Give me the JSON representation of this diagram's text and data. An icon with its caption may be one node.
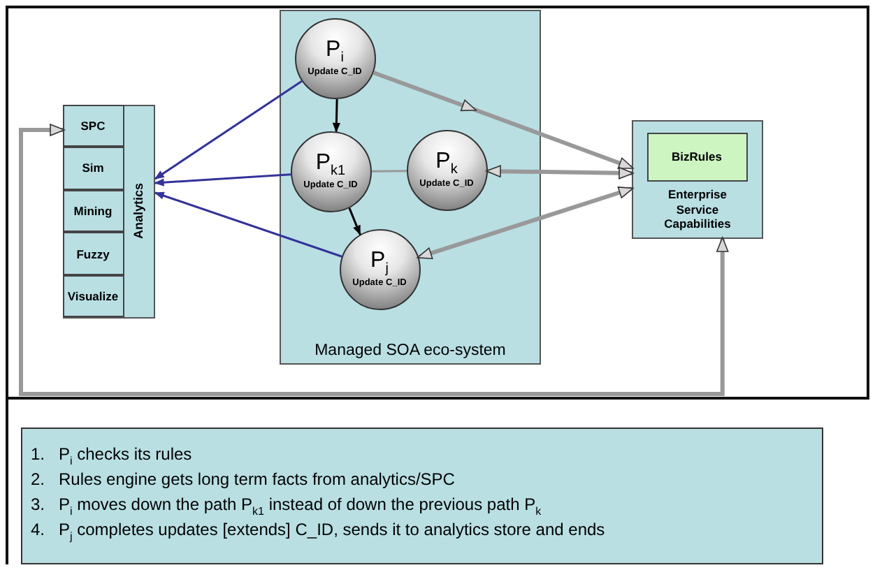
{
  "diagram": {
    "nodes": [
      {
        "text": [
          "Analytics"
        ]
      },
      {
        "text": [
          "SPC"
        ],
        "in": 0
      },
      {
        "text": [
          "Sim"
        ],
        "in": 0
      },
      {
        "text": [
          "Mining"
        ],
        "in": 0
      },
      {
        "text": [
          "Fuzzy"
        ],
        "in": 0
      },
      {
        "text": [
          "Visualize"
        ],
        "in": 0
      },
      {
        "text": [
          "Managed SOA eco-system"
        ]
      },
      {
        "text": [
          "P$_{i}$",
          "Update C_ID"
        ],
        "in": 6
      },
      {
        "text": [
          "P$_{k1}$",
          "Update C_ID"
        ],
        "in": 6
      },
      {
        "text": [
          "P$_{k}$",
          "Update C_ID"
        ],
        "in": 6
      },
      {
        "text": [
          "P$_{j}$",
          "Update C_ID"
        ],
        "in": 6
      },
      {
        "text": [
          "Enterprise Service Capabilities"
        ]
      },
      {
        "text": [
          "BizRules"
        ],
        "in": 11
      },
      {
        "text": [
          "1.   P$_{i}$ checks its rules",
          "2.   Rules engine gets long term facts from analytics/SPC",
          "3.   P$_{i}$ moves down the path P$_{k1}$ instead of down the previous path P$_{k}$",
          "4.   P$_{j}$ completes updates [extends] C_ID, sends it to analytics store and ends"
        ]
      }
    ],
    "edges": [
      {
        "from": 7,
        "to": 0,
        "arrow": "to",
        "color": "#333399"
      },
      {
        "from": 8,
        "to": 0,
        "arrow": "to",
        "color": "#333399"
      },
      {
        "from": 10,
        "to": 0,
        "arrow": "to",
        "color": "#333399"
      },
      {
        "from": 7,
        "to": 8,
        "arrow": "to",
        "color": "#000000"
      },
      {
        "from": 8,
        "to": 10,
        "arrow": "to",
        "color": "#000000"
      },
      {
        "from": 8,
        "to": 9,
        "arrow": "none",
        "color": "#999999"
      },
      {
        "from": 7,
        "to": 11,
        "arrow": "to",
        "style": "thick",
        "color": "#999999"
      },
      {
        "from": 9,
        "to": 11,
        "arrow": "both",
        "style": "thick",
        "color": "#999999"
      },
      {
        "from": 10,
        "to": 11,
        "arrow": "both",
        "style": "thick",
        "color": "#999999"
      },
      {
        "from": 1,
        "to": 11,
        "arrow": "both",
        "style": "thick",
        "color": "#999999"
      }
    ]
  }
}
